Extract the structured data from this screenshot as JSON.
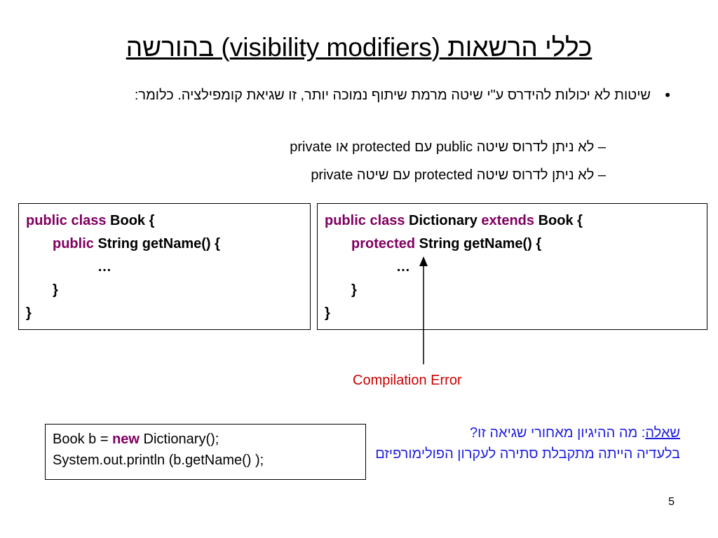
{
  "title": "כללי הרשאות (visibility modifiers) בהורשה",
  "bullet": {
    "symbol": "•",
    "text": "שיטות לא יכולות להידרס ע\"י שיטה מרמת שיתוף נמוכה יותר, זו שגיאת קומפילציה. כלומר:"
  },
  "subpoints": [
    "– לא ניתן לדרוס שיטה public עם protected או private",
    "– לא ניתן לדרוס שיטה protected עם שיטה private"
  ],
  "code_book": {
    "l1_kw": "public class",
    "l1_rest": " Book {",
    "l2_kw": "public",
    "l2_rest": " String getName() {",
    "l3": "…",
    "l4": "}",
    "l5": "}"
  },
  "code_dict": {
    "l1_kw": "public class",
    "l1_mid": " Dictionary ",
    "l1_kw2": "extends",
    "l1_rest": " Book {",
    "l2_kw": "protected",
    "l2_rest": " String getName() {",
    "l3": "…",
    "l4": "}",
    "l5": "}"
  },
  "compilation_error": "Compilation Error",
  "usage_code": {
    "l1_pre": "Book b = ",
    "l1_kw": "new",
    "l1_post": " Dictionary();",
    "l2": "System.out.println (b.getName() );"
  },
  "question": {
    "label": "שאלה",
    "text": ": מה ההיגיון מאחורי שגיאה זו?",
    "answer": "בלעדיה הייתה מתקבלת סתירה לעקרון הפולימורפיזם"
  },
  "page_number": "5",
  "colors": {
    "keyword": "#800060",
    "error": "#cc0000",
    "question": "#1e1ee0"
  }
}
